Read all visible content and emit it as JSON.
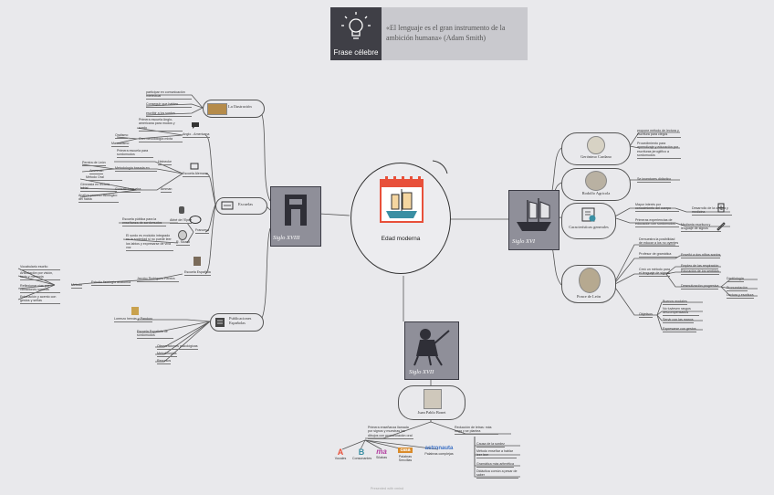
{
  "quote": {
    "badge": "Frase célebre",
    "text": "«El lenguaje es el gran instrumento de la ambición humana» (Adam Smith)"
  },
  "center": {
    "label": "Edad moderna"
  },
  "hubs": {
    "xviii": "Siglo XVIII",
    "xvi": "Siglo XVI",
    "xvii": "Siglo XVII"
  },
  "xviii": {
    "ilustracion": {
      "label": "La Ilustración",
      "items": [
        "participar en comunicación intelectual",
        "Conseguir que hablen",
        "escribir a los sordos"
      ]
    },
    "escuelas": {
      "label": "Escuelas",
      "anglo": "Anglo - Americana",
      "anglo_items": [
        "Primera escuela Anglo-americana para mudos y sordo",
        "Con metodología mixta"
      ],
      "oralismo": "Oralismo",
      "manualismo": "Manualismo",
      "alemana": "Escuela Alemana",
      "alemana_items": [
        "Primera escuela para sordomudos",
        "Metodología basada en"
      ],
      "heinecke": "Heinecke",
      "pereira": "Pereira de León",
      "amman": "Ammman",
      "amman_label": "Amman",
      "gonzalo": "Gonzalo Luqueira",
      "gonzalo_items": [
        "Método Oral",
        "Gimnasia en lectura labial",
        "Analiza proceso fisiológico del habla"
      ],
      "francesa": "Francesa",
      "epee": "Abbé de l'Epée",
      "epee_text": "Escuela pública para la enseñanza de sordomudos",
      "sicard": "R. Sicard",
      "sicard_text": "El sordo es excluido integrado en la sociedad si no puede leer los labios y expresarse de viva voz",
      "espanola": "Escuela Española",
      "espanola_text": "Jacobo Rodrigues Pereira",
      "estudio": "Estudio fisiología anatomía",
      "metodo": "Método",
      "metodo_items": [
        "Vocabulario escrito",
        "Articulación por visión, tacto y memoria",
        "Reflexionar vías por vibraciones sonoras",
        "Entonación y acento con gestos y señas"
      ]
    },
    "publicaciones": {
      "label": "Publicaciones Españolas",
      "hervas": "Lorenzo hervás y Panduro",
      "hervas_text": "Escuela Española de sordomudos",
      "items": [
        "Observaciones psicológicas",
        "Metodologías",
        "Recursos"
      ]
    }
  },
  "xvi": {
    "cardano": {
      "label": "Gerónimo Cardano",
      "items": [
        "propone método de lectura y escritura para ciegos",
        "Procedimiento para aprendizaje y educación por escrituras jeroglífico a sordomudos"
      ]
    },
    "agricola": {
      "label": "Rodolfo Agricola",
      "items": [
        "Se inventores didáctico"
      ]
    },
    "caract": {
      "label": "Características generales",
      "items": [
        "Mayor interés por conocimiento del cuerpo",
        "Primeras experiencias de educación con sordomudos"
      ],
      "subitems": [
        "Desarrollo de la cirugía y medicina",
        "Medianta escritura y lenguaje de signos"
      ]
    },
    "leon": {
      "label": "Ponce de León",
      "items": [
        "Demuestra la posibilidad de educar a los no oyentes",
        "Profesor de gramática",
        "Creó un método para el lenguaje de signos",
        "Objetivos"
      ],
      "gramatica_sub": "Enseñó a dos niños sordos",
      "metodo_sub": [
        "Empleo de las respiración",
        "Educación de los sentidos",
        "Desmutización progresiva"
      ],
      "desmut": [
        "Dactilología",
        "Pronunciación",
        "Lectura y escritura"
      ],
      "objetivos": [
        "Buenos modales",
        "No tuviesen rasgos descompensados",
        "Servir con las manos",
        "Expresarse con gestos"
      ]
    }
  },
  "xvii": {
    "bonet": {
      "label": "Juan Pablo Bonet"
    },
    "left_text": "Primera enseñanza llamada por signos y muestras las dibujos con pronunciación oral",
    "right_text": "Reducción de letras: más larga y se plantea",
    "icons": [
      "Vocales",
      "Consonantes",
      "Sílabas",
      "Palabras Sencillas",
      "Palabras complejas"
    ],
    "icon_marks": [
      "A",
      "B",
      "ma",
      "casa",
      "astronauta"
    ],
    "right_items": [
      "Causa de la sordez",
      "Método enseñar a hablar leer leer",
      "Gramática más aritmética",
      "Didáctica común a pesar de saber"
    ]
  },
  "footer": {
    "text": "Presented with xmind"
  },
  "colors": {
    "bg": "#e9e9ec",
    "hub": "#8f8f99",
    "dark": "#3b3b44",
    "red": "#e8503a",
    "teal": "#3a8fa3"
  }
}
